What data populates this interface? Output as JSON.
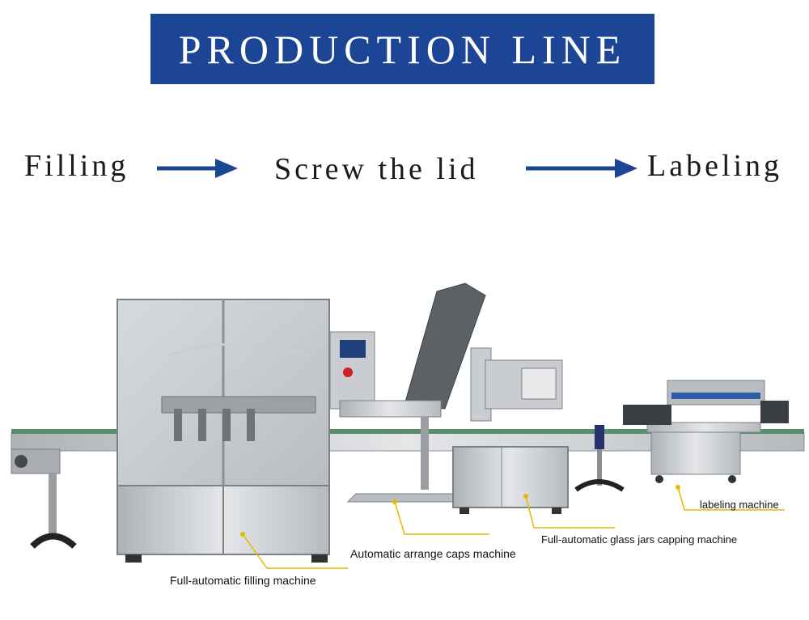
{
  "header": {
    "title": "PRODUCTION LINE"
  },
  "process": {
    "steps": [
      "Filling",
      "Screw the lid",
      "Labeling"
    ],
    "arrow_color": "#1c4595"
  },
  "machines": {
    "filling": "Full-automatic filling machine",
    "arrange_caps": "Automatic arrange caps machine",
    "capping": "Full-automatic glass jars  capping machine",
    "labeling": "labeling machine"
  },
  "colors": {
    "banner": "#1c4595",
    "callout_line": "#e6b800",
    "steel": "#c9ccd0"
  }
}
